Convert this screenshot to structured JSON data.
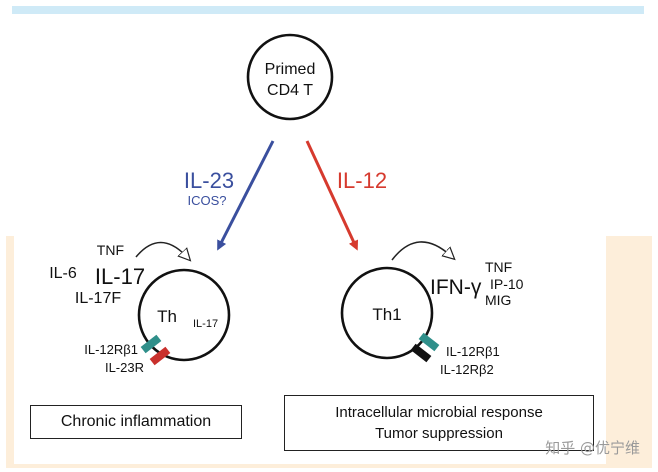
{
  "colors": {
    "il23_arrow": "#3a4f9e",
    "il12_arrow": "#d63a2e",
    "teal_receptor": "#2f8f8a",
    "red_receptor": "#c9302c",
    "black_receptor": "#111111",
    "top_band": "#cfeaf7",
    "bottom_panel": "#fdeeda"
  },
  "root": {
    "line1": "Primed",
    "line2": "CD4 T"
  },
  "left_pathway": {
    "inducer": "IL-23",
    "inducer_sub": "ICOS?",
    "cell_label": "Th",
    "cell_subscript": "IL-17",
    "cytokines": {
      "tnf": "TNF",
      "il6": "IL-6",
      "il17": "IL-17",
      "il17f": "IL-17F"
    },
    "receptors": [
      "IL-12Rβ1",
      "IL-23R"
    ],
    "outcome": "Chronic inflammation"
  },
  "right_pathway": {
    "inducer": "IL-12",
    "cell_label": "Th1",
    "cytokines": {
      "ifn": "IFN-γ",
      "tnf": "TNF",
      "ip10": "IP-10",
      "mig": "MIG"
    },
    "receptors": [
      "IL-12Rβ1",
      "IL-12Rβ2"
    ],
    "outcome_line1": "Intracellular microbial response",
    "outcome_line2": "Tumor suppression"
  },
  "watermark": "知乎 @优宁维"
}
